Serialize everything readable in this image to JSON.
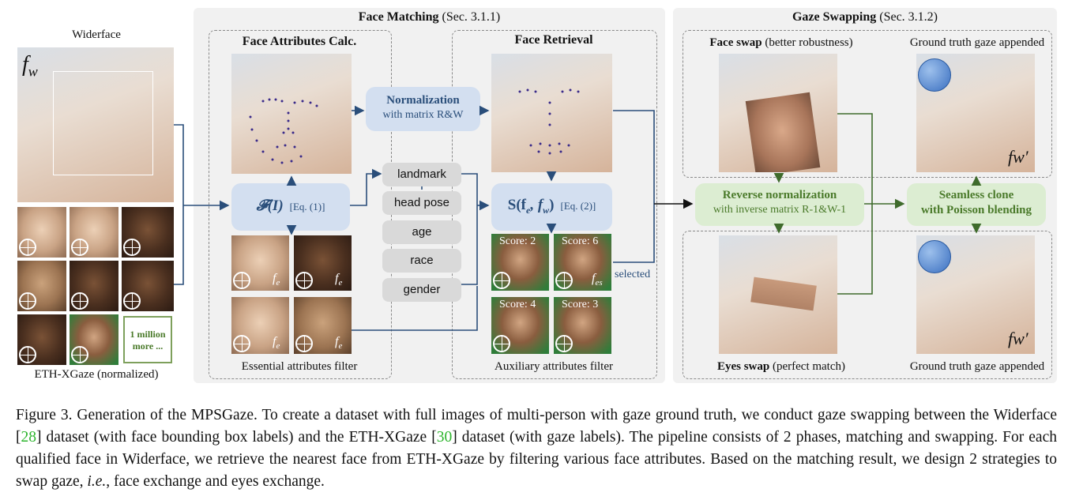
{
  "widerface": {
    "label": "Widerface",
    "symbol": "f",
    "symbol_sub": "w"
  },
  "ethxgaze": {
    "label": "ETH-XGaze (normalized)",
    "more": "1 million more ..."
  },
  "face_matching": {
    "title": "Face Matching",
    "title_ref": "(Sec. 3.1.1)",
    "attr_calc_title": "Face Attributes Calc.",
    "retrieval_title": "Face Retrieval",
    "normalization_title": "Normalization",
    "normalization_sub": "with matrix R&W",
    "func_label": "𝓕(I)",
    "func_eq": "[Eq. (1)]",
    "score_label": "S(f",
    "score_eq": "[Eq. (2)]",
    "attributes": [
      "landmark",
      "head pose",
      "age",
      "race",
      "gender"
    ],
    "essential_filter": "Essential attributes filter",
    "auxiliary_filter": "Auxiliary attributes filter",
    "fe_label": "f",
    "fe_sub": "e",
    "fes_sub": "es",
    "scores": [
      "Score: 2",
      "Score: 6",
      "Score: 4",
      "Score: 3"
    ],
    "selected": "selected"
  },
  "gaze_swapping": {
    "title": "Gaze Swapping",
    "title_ref": "(Sec. 3.1.2)",
    "face_swap_bold": "Face swap",
    "face_swap_note": "(better robustness)",
    "eyes_swap_bold": "Eyes swap",
    "eyes_swap_note": "(perfect match)",
    "gt_appended": "Ground truth gaze appended",
    "reverse_title": "Reverse normalization",
    "reverse_sub": "with inverse matrix R-1&W-1",
    "seamless_title": "Seamless clone",
    "seamless_sub": "with Poisson blending",
    "fw_prime": "fw′"
  },
  "caption": {
    "lead": "Figure 3.",
    "t1": " Generation of the MPSGaze. To create a dataset with full images of multi-person with gaze ground truth, we conduct gaze swapping between the Widerface [",
    "c1": "28",
    "t2": "] dataset (with face bounding box labels) and the ETH-XGaze [",
    "c2": "30",
    "t3": "] dataset (with gaze labels). The pipeline consists of 2 phases, matching and swapping. For each qualified face in Widerface, we retrieve the nearest face from ETH-XGaze by filtering various face attributes. Based on the matching result, we design 2 strategies to swap gaze, ",
    "ie": "i.e.",
    "t4": ", face exchange and eyes exchange."
  },
  "colors": {
    "blue_box": "#d3dff0",
    "green_box": "#dcedd2",
    "pill": "#d9d9d9",
    "arrow_blue": "#2a4e7a",
    "arrow_green": "#3f6b2c",
    "cite_green": "#2db52d"
  }
}
